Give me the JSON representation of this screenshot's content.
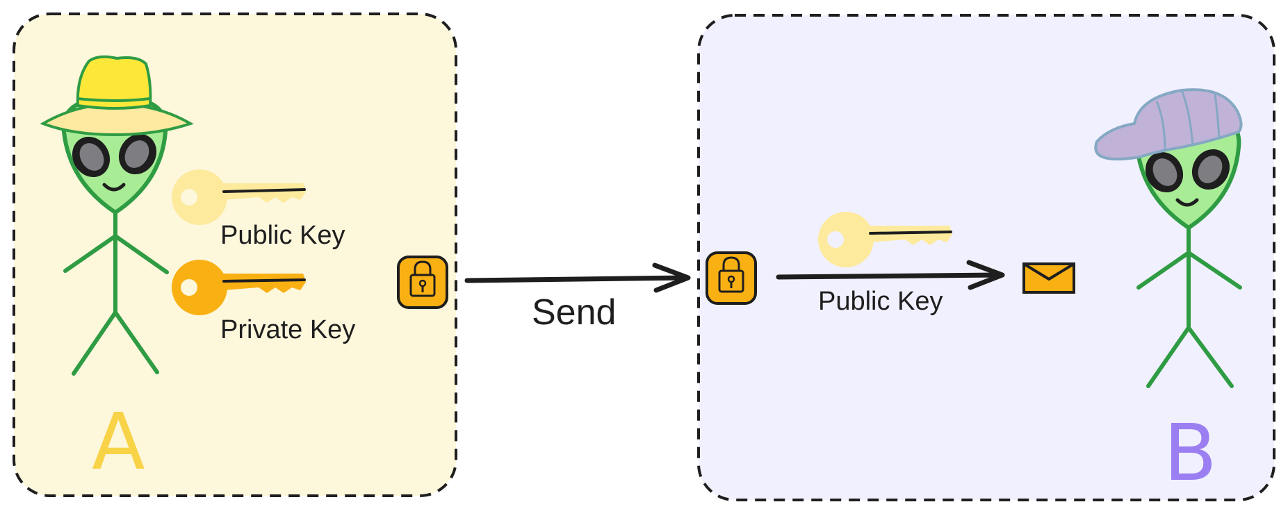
{
  "party_a": {
    "letter": "A",
    "public_key_label": "Public Key",
    "private_key_label": "Private Key"
  },
  "send_label": "Send",
  "party_b": {
    "letter": "B",
    "public_key_label": "Public Key"
  },
  "icons": {
    "lock": "lock-icon",
    "envelope": "envelope-icon",
    "key": "key-icon",
    "alien_a": "alien-figure-hat",
    "alien_b": "alien-figure-cap"
  },
  "colors": {
    "panel_a_fill": "#fdf7dc",
    "panel_b_fill": "#f1f0fe",
    "public_key": "#fdea9c",
    "private_key": "#f9b013",
    "lock": "#f9b013",
    "envelope": "#f9b013",
    "letter_a": "#f8d348",
    "letter_b": "#9b7ff2",
    "alien_skin": "#a9ec96",
    "alien_outline": "#2f9c44",
    "hat_a": "#fde83a",
    "cap_b": "#c1b2d8"
  }
}
